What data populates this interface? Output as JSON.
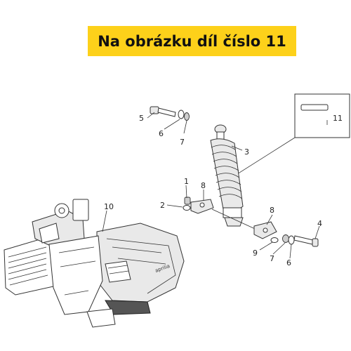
{
  "banner": {
    "text": "Na obrázku díl číslo 11",
    "background": "#fdd11a"
  },
  "callouts": {
    "c1": "1",
    "c2": "2",
    "c3": "3",
    "c4": "4",
    "c5": "5",
    "c6a": "6",
    "c6b": "6",
    "c7a": "7",
    "c7b": "7",
    "c8a": "8",
    "c8b": "8",
    "c9": "9",
    "c10": "10",
    "c11": "11"
  },
  "logo_text": "aprilia"
}
